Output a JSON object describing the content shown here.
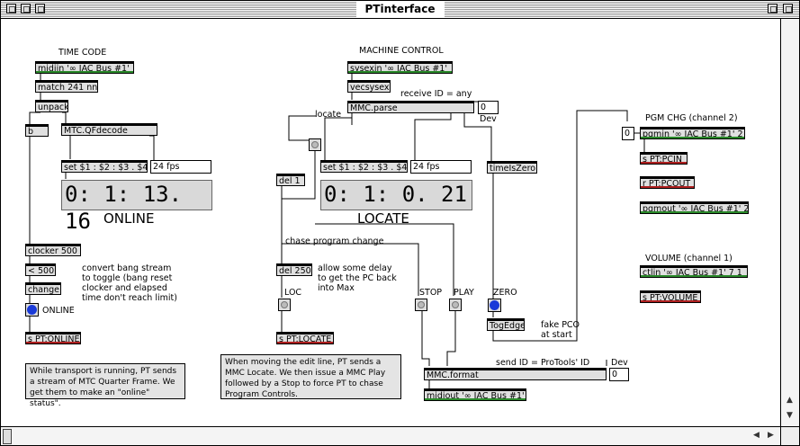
{
  "window": {
    "title": "PTinterface"
  },
  "headers": {
    "time_code": "TIME CODE",
    "machine_control": "MACHINE CONTROL",
    "pgm_chg": "PGM CHG (channel 2)",
    "volume": "VOLUME (channel 1)"
  },
  "objects": {
    "midiin": "midiin '∞ IAC Bus #1'",
    "match": "match 241 nn",
    "unpack": "unpack",
    "b": "b",
    "mtc_qfdecode": "MTC.QFdecode",
    "set_tc": "set $1 : $2 : $3 . $4",
    "clocker": "clocker 500",
    "lt500": "< 500",
    "change": "change",
    "s_online": "s PT:ONLINE",
    "sysexin": "sysexin '∞ IAC Bus #1'",
    "vecsysex": "vecsysex",
    "mmc_parse": "MMC.parse",
    "set_loc": "set $1 : $2 : $3 . $4",
    "timeiszero": "timeIsZero",
    "del1": "del 1",
    "del250": "del 250",
    "s_locate": "s PT:LOCATE",
    "togedge": "TogEdge",
    "mmc_format": "MMC.format",
    "midiout": "midiout '∞ IAC Bus #1'",
    "pgmin": "pgmin '∞ IAC Bus #1' 2",
    "s_pcin": "s PT:PCIN",
    "r_pcout": "r PT:PCOUT",
    "pgmout": "pgmout '∞ IAC Bus #1' 2",
    "ctlin": "ctlin '∞ IAC Bus #1' 7 1",
    "s_volume": "s PT:VOLUME"
  },
  "numbers": {
    "fps_tc": "24 fps",
    "fps_loc": "24 fps",
    "dev_parse": "0",
    "pgm_num": "0",
    "dev_format": "0"
  },
  "displays": {
    "online_time": "0: 1: 13. 16",
    "online_label": "ONLINE",
    "locate_time": "0: 1: 0. 21",
    "locate_label": "LOCATE"
  },
  "labels": {
    "receive_id": "receive ID = any",
    "dev1": "Dev",
    "locate": "locate",
    "chase": "chase program change",
    "allow_delay": "allow some delay to get the PC back into Max",
    "loc": "LOC",
    "stop": "STOP",
    "play": "PLAY",
    "zero": "ZERO",
    "fake_pco": "fake PCO at start",
    "send_id": "send ID = ProTools' ID",
    "dev2": "Dev",
    "online": "ONLINE",
    "convert": "convert bang stream to toggle (bang reset clocker and elapsed time don't reach limit)"
  },
  "comments": {
    "transport": "While transport is running, PT sends a stream of MTC Quarter Frame. We get them to make an \"online\" status\".",
    "edit_line": "When moving the edit line, PT sends a MMC Locate. We then issue a MMC Play followed by a Stop to force PT to chase Program Controls."
  },
  "colors": {
    "online_led": "#1a3ad8",
    "zero_led": "#1a3ad8",
    "inlet_green": "#2a8a2a",
    "send_red": "#b02020"
  }
}
